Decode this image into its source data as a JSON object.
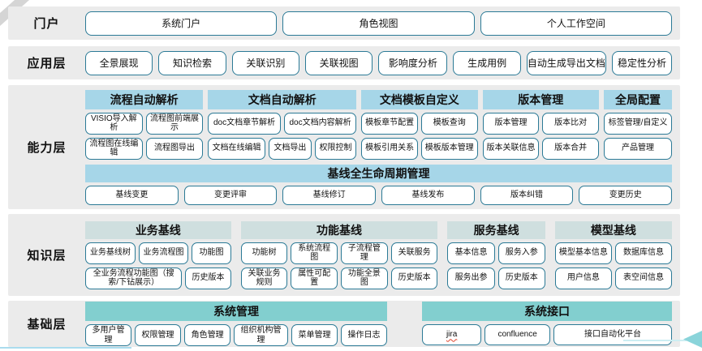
{
  "colors": {
    "row_bg": "#ebebeb",
    "header_blue": "#a6d6e8",
    "header_gray": "#cfdfdf",
    "header_teal": "#82cfcf",
    "button_border": "#2b7a96",
    "arrow_teal": "#8ad4da",
    "spellcheck_red": "#e0442c",
    "bottom_line_blue": "#aadcee"
  },
  "portal": {
    "label": "门户",
    "buttons": [
      "系统门户",
      "角色视图",
      "个人工作空间"
    ]
  },
  "app": {
    "label": "应用层",
    "buttons": [
      "全景展现",
      "知识检索",
      "关联识别",
      "关联视图",
      "影响度分析",
      "生成用例",
      "自动生成导出文档",
      "稳定性分析"
    ]
  },
  "capability": {
    "label": "能力层",
    "groups": [
      {
        "header": "流程自动解析",
        "row1": [
          "VISIO导入解析",
          "流程图前端展示"
        ],
        "row2": [
          "流程图在线编辑",
          "流程图导出"
        ]
      },
      {
        "header": "文档自动解析",
        "row1": [
          "doc文档章节解析",
          "doc文档内容解析"
        ],
        "row2": [
          "文档在线编辑",
          "文档导出",
          "权限控制"
        ]
      },
      {
        "header": "文档模板自定义",
        "row1": [
          "模板章节配置",
          "模板查询"
        ],
        "row2": [
          "模板引用关系",
          "模板版本管理"
        ]
      },
      {
        "header": "版本管理",
        "row1": [
          "版本管理",
          "版本比对"
        ],
        "row2": [
          "版本关联信息",
          "版本合并"
        ]
      },
      {
        "header": "全局配置",
        "row1": [
          "标签管理/自定义"
        ],
        "row2": [
          "产品管理"
        ]
      }
    ],
    "baseline": {
      "header": "基线全生命周期管理",
      "buttons": [
        "基线变更",
        "变更评审",
        "基线修订",
        "基线发布",
        "版本纠错",
        "变更历史"
      ]
    }
  },
  "knowledge": {
    "label": "知识层",
    "groups": [
      {
        "header": "业务基线",
        "row1": [
          "业务基线树",
          "业务流程图",
          "功能图"
        ],
        "row2": [
          "全业务流程功能图（搜索/下钻展示）",
          "历史版本"
        ]
      },
      {
        "header": "功能基线",
        "row1": [
          "功能树",
          "系统流程图",
          "子流程管理",
          "关联服务"
        ],
        "row2": [
          "关联业务规则",
          "属性可配置",
          "功能全景图",
          "历史版本"
        ]
      },
      {
        "header": "服务基线",
        "row1": [
          "基本信息",
          "服务入参"
        ],
        "row2": [
          "服务出参",
          "历史版本"
        ]
      },
      {
        "header": "模型基线",
        "row1": [
          "模型基本信息",
          "数据库信息"
        ],
        "row2": [
          "用户信息",
          "表空间信息"
        ]
      }
    ]
  },
  "foundation": {
    "label": "基础层",
    "groups": [
      {
        "header": "系统管理",
        "buttons": [
          "多用户管理",
          "权限管理",
          "角色管理",
          "组织机构管理",
          "菜单管理",
          "操作日志"
        ]
      },
      {
        "header": "系统接口",
        "buttons": [
          "jira",
          "confluence",
          "接口自动化平台"
        ]
      }
    ]
  }
}
